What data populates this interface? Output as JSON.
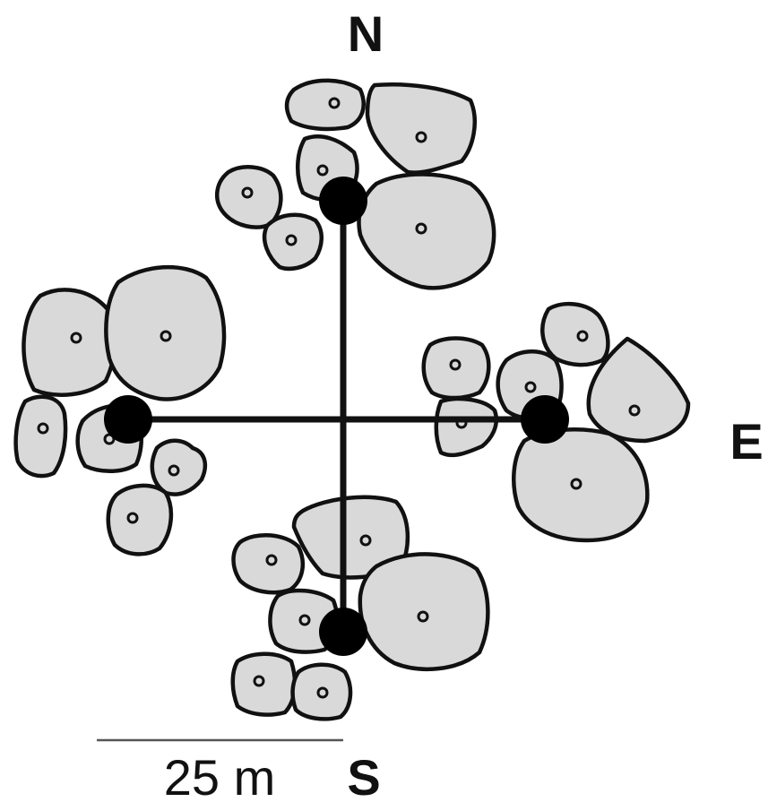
{
  "labels": {
    "north": "N",
    "east": "E",
    "south": "S",
    "scale": "25 m"
  },
  "colors": {
    "crown_fill": "#d9d9d9",
    "outline": "#111111",
    "marker": "#000000"
  }
}
